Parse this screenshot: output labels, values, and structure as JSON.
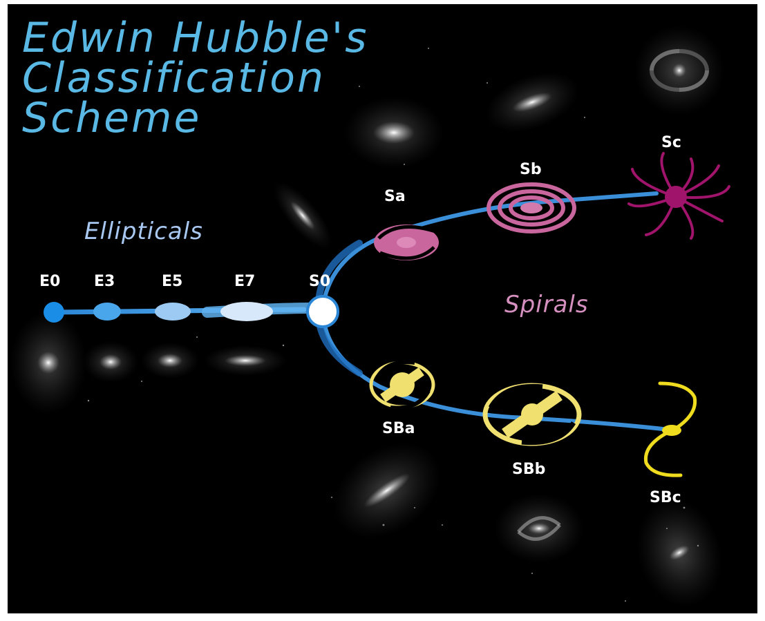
{
  "title": {
    "lines": [
      "Edwin Hubble's",
      "Classification",
      "Scheme"
    ]
  },
  "groups": {
    "ellipticals": "Ellipticals",
    "spirals": "Spirals"
  },
  "classes": {
    "E0": "E0",
    "E3": "E3",
    "E5": "E5",
    "E7": "E7",
    "S0": "S0",
    "Sa": "Sa",
    "Sb": "Sb",
    "Sc": "Sc",
    "SBa": "SBa",
    "SBb": "SBb",
    "SBc": "SBc"
  },
  "colors": {
    "background": "#000000",
    "frame": "#ffffff",
    "title": "#5ab8e4",
    "ellipticals_label": "#a8c8f2",
    "spirals_label": "#d690c0",
    "path": "#3a8fd8",
    "unbarred_spiral": "#c9669e",
    "sc_spiral": "#a0146c",
    "barred_spiral": "#f0e070",
    "sbc_spiral": "#f0dc1e",
    "class_label": "#ffffff"
  }
}
